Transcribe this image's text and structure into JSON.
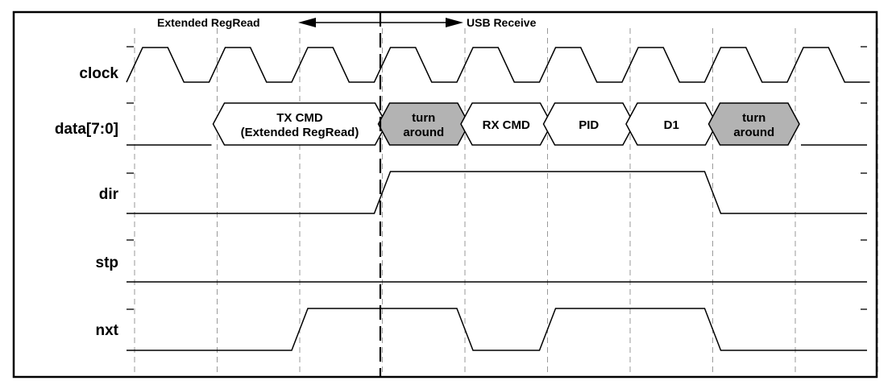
{
  "header": {
    "left_label": "Extended RegRead",
    "right_label": "USB Receive"
  },
  "signals": [
    {
      "name": "clock",
      "kind": "clock"
    },
    {
      "name": "data[7:0]",
      "kind": "bus"
    },
    {
      "name": "dir",
      "kind": "digital"
    },
    {
      "name": "stp",
      "kind": "digital"
    },
    {
      "name": "nxt",
      "kind": "digital"
    }
  ],
  "clock_cycles": 9,
  "bus_segments": [
    {
      "lines": [
        "TX CMD",
        "(Extended RegRead)"
      ],
      "start": 1,
      "end": 3,
      "shaded": false
    },
    {
      "lines": [
        "turn",
        "around"
      ],
      "start": 3,
      "end": 4,
      "shaded": true
    },
    {
      "lines": [
        "RX CMD"
      ],
      "start": 4,
      "end": 5,
      "shaded": false
    },
    {
      "lines": [
        "PID"
      ],
      "start": 5,
      "end": 6,
      "shaded": false
    },
    {
      "lines": [
        "D1"
      ],
      "start": 6,
      "end": 7,
      "shaded": false
    },
    {
      "lines": [
        "turn",
        "around"
      ],
      "start": 7,
      "end": 8,
      "shaded": true
    }
  ],
  "levels": {
    "dir": [
      0,
      0,
      0,
      1,
      1,
      1,
      1,
      0,
      0
    ],
    "stp": [
      0,
      0,
      0,
      0,
      0,
      0,
      0,
      0,
      0
    ],
    "nxt": [
      0,
      0,
      1,
      1,
      0,
      1,
      1,
      0,
      0
    ]
  },
  "colors": {
    "line": "#000000",
    "grid": "#9a9a9a",
    "shaded_fill": "#b3b3b3",
    "box_fill": "#ffffff"
  }
}
